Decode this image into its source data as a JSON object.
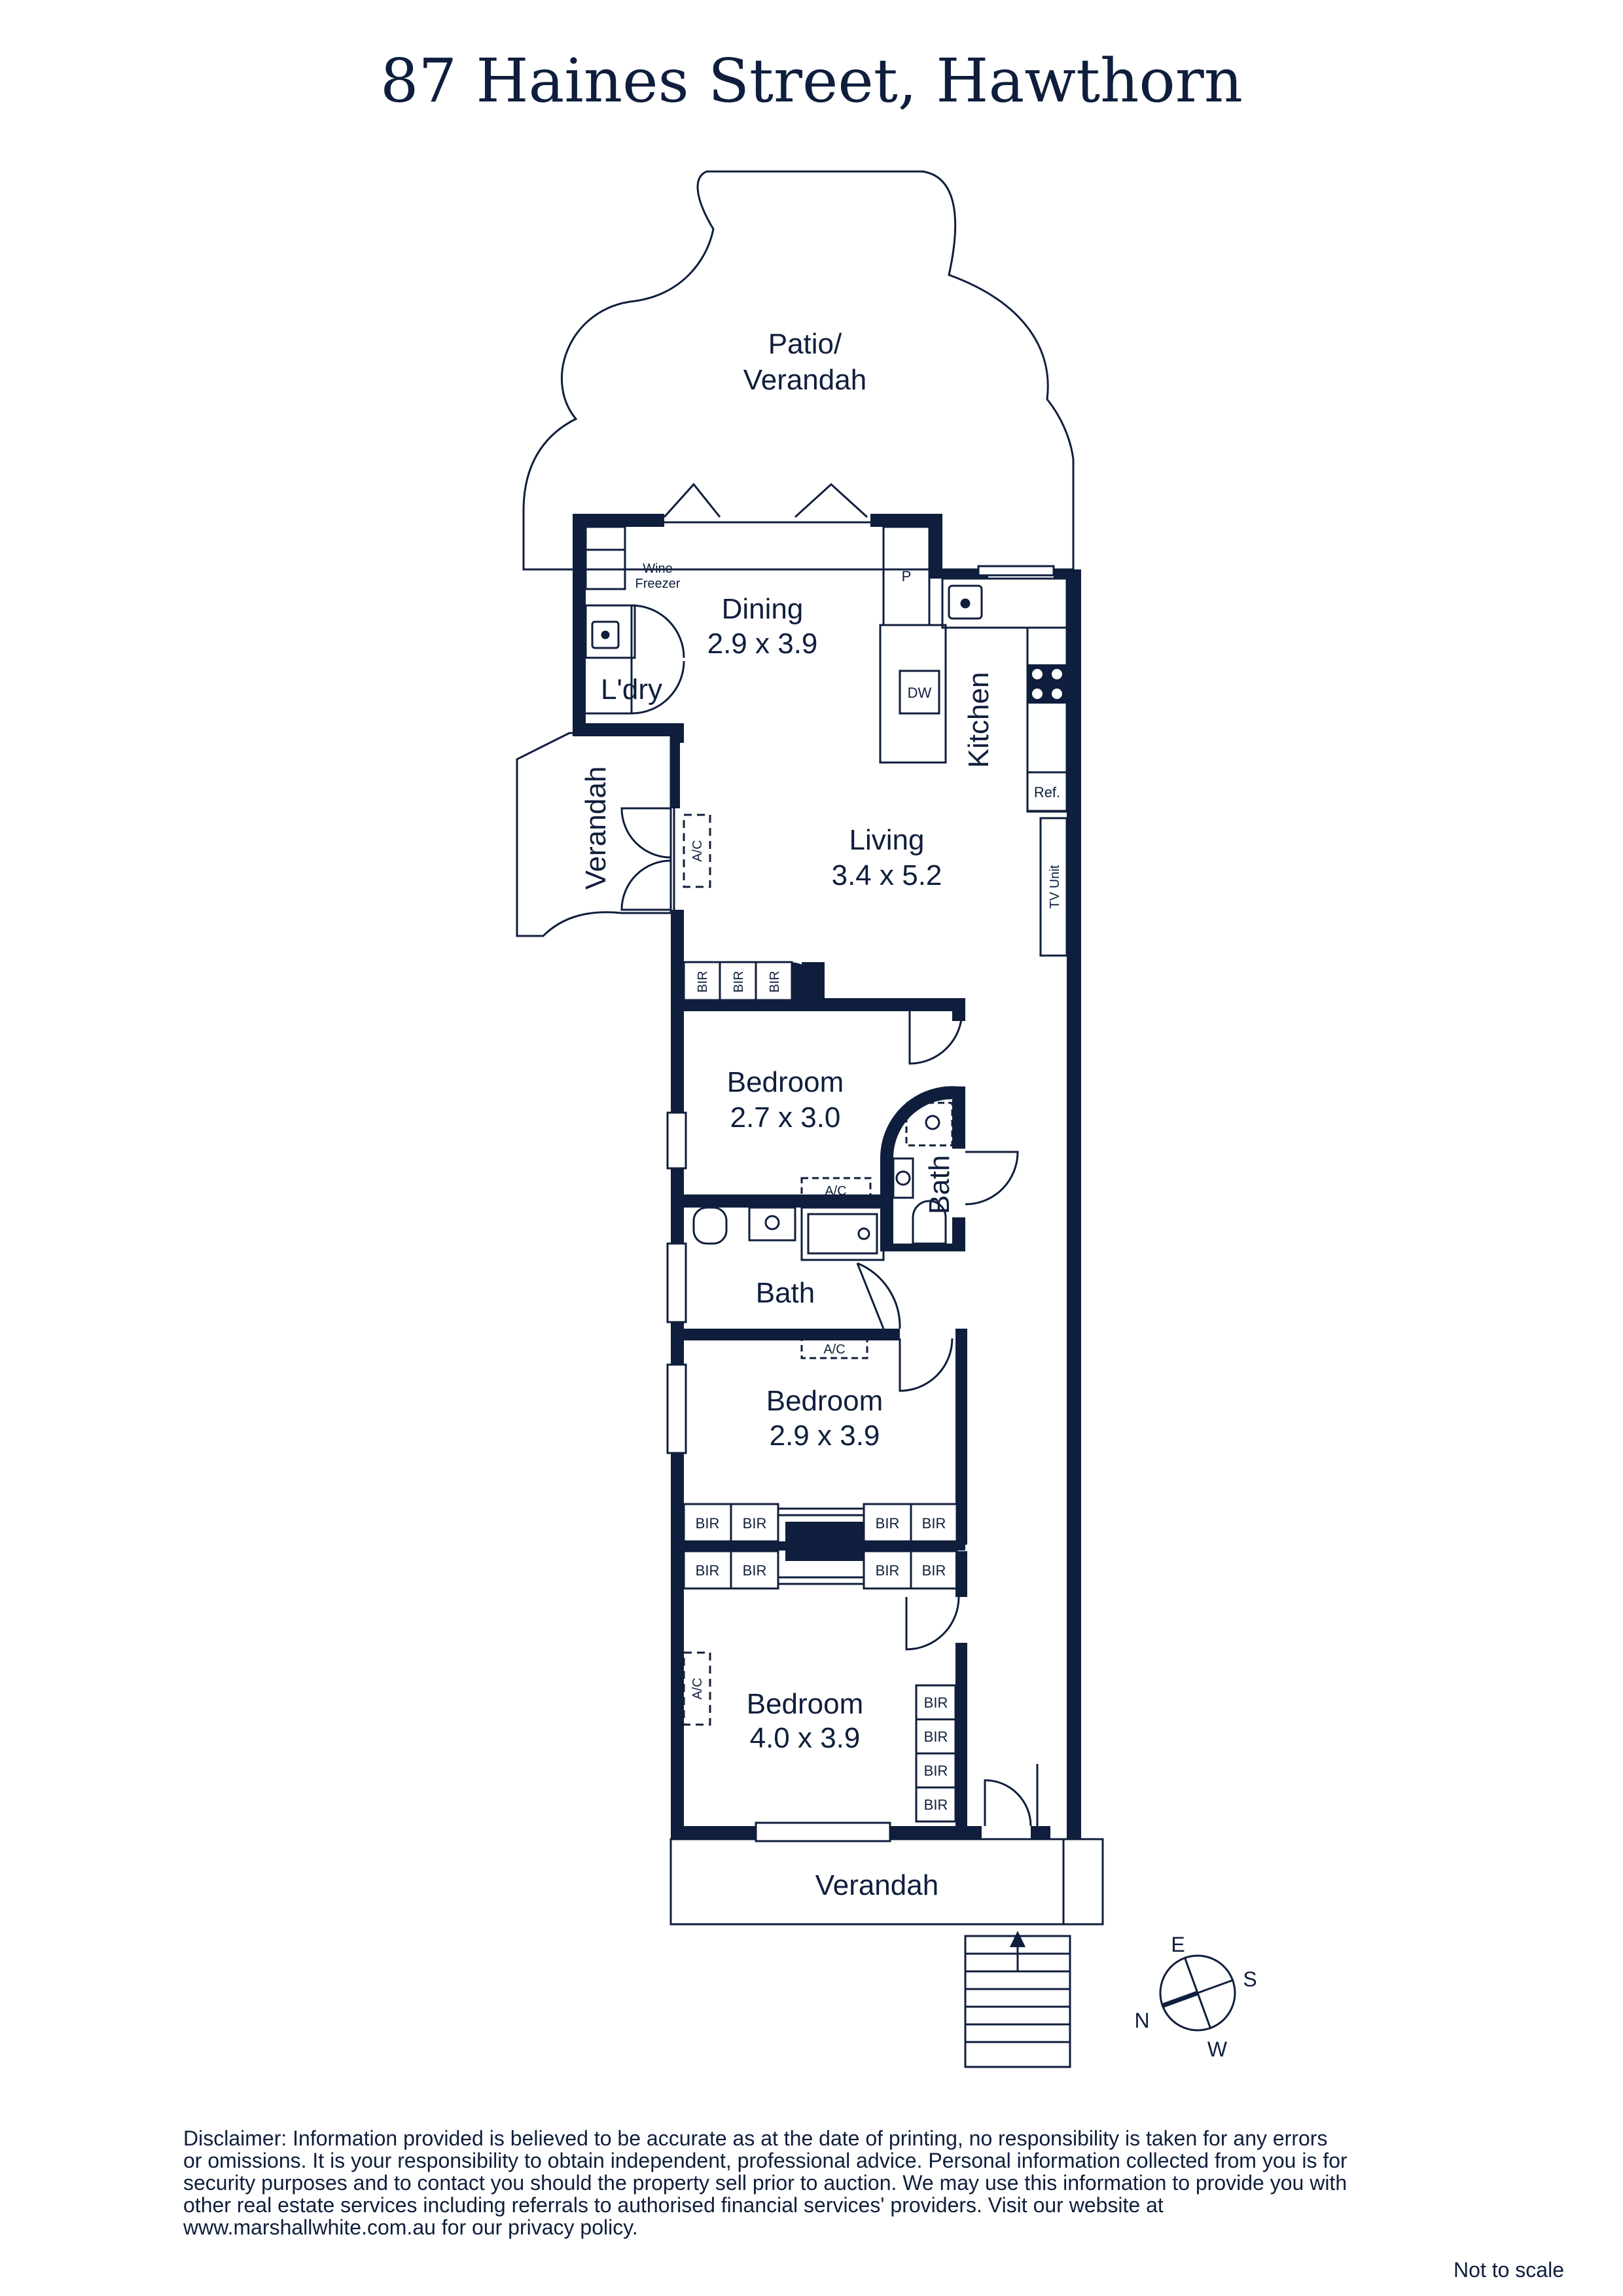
{
  "title": "87 Haines Street, Hawthorn",
  "colors": {
    "ink": "#0f1e3c",
    "wall": "#0f1e3c",
    "fill": "#ffffff"
  },
  "rooms": {
    "patio_line1": "Patio/",
    "patio_line2": "Verandah",
    "dining_name": "Dining",
    "dining_size": "2.9 x 3.9",
    "laundry_name": "L'dry",
    "kitchen_name": "Kitchen",
    "living_name": "Living",
    "living_size": "3.4 x 5.2",
    "side_verandah_name": "Verandah",
    "bedroom1_name": "Bedroom",
    "bedroom1_size": "2.7 x 3.0",
    "ensuite_name": "Bath",
    "bath_name": "Bath",
    "bedroom2_name": "Bedroom",
    "bedroom2_size": "2.9 x 3.9",
    "bedroom3_name": "Bedroom",
    "bedroom3_size": "4.0 x 3.9",
    "front_verandah_name": "Verandah"
  },
  "fixtures": {
    "wine_line1": "Wine",
    "wine_line2": "Freezer",
    "pantry": "P",
    "dishwasher": "DW",
    "fridge": "Ref.",
    "tv_unit": "TV Unit",
    "ac": "A/C",
    "bir": "BIR"
  },
  "compass": {
    "north": "N",
    "east": "E",
    "south": "S",
    "west": "W"
  },
  "disclaimer": "Disclaimer: Information provided is believed to be accurate as at the date of printing, no responsibility is taken for any errors or omissions. It is your responsibility to obtain independent, professional advice. Personal information collected from you is for security purposes and to contact you should the property sell prior to auction. We may use this information to provide you with other real estate services including referrals to authorised financial services' providers. Visit our website at www.marshallwhite.com.au for our privacy policy.",
  "not_to_scale": "Not to scale"
}
